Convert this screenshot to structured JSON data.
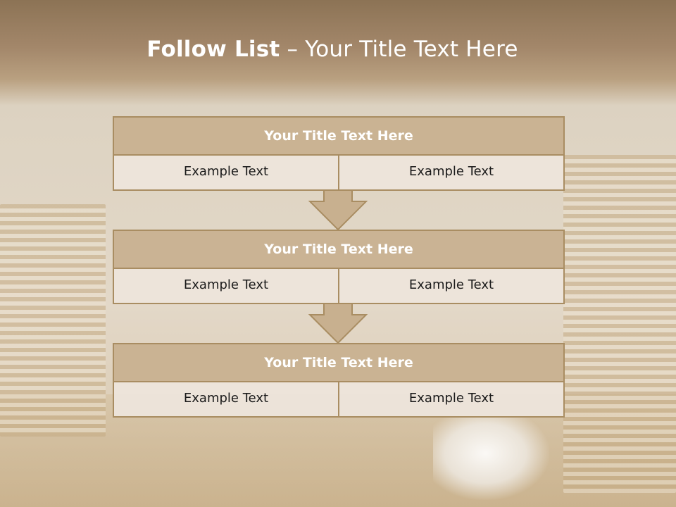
{
  "title": {
    "bold_part": "Follow List",
    "rest": " – Your Title Text Here"
  },
  "colors": {
    "header": "#8c7355",
    "block_title_bg": "#c8b08f",
    "block_border": "#a98d62",
    "cell_bg": "#ede5db",
    "arrow_fill": "#c8b08f"
  },
  "blocks": [
    {
      "title": "Your Title Text Here",
      "cells": [
        "Example Text",
        "Example Text"
      ]
    },
    {
      "title": "Your Title Text Here",
      "cells": [
        "Example Text",
        "Example Text"
      ]
    },
    {
      "title": "Your Title Text Here",
      "cells": [
        "Example Text",
        "Example Text"
      ]
    }
  ],
  "connectors": [
    "arrow-down-icon",
    "arrow-down-icon"
  ]
}
